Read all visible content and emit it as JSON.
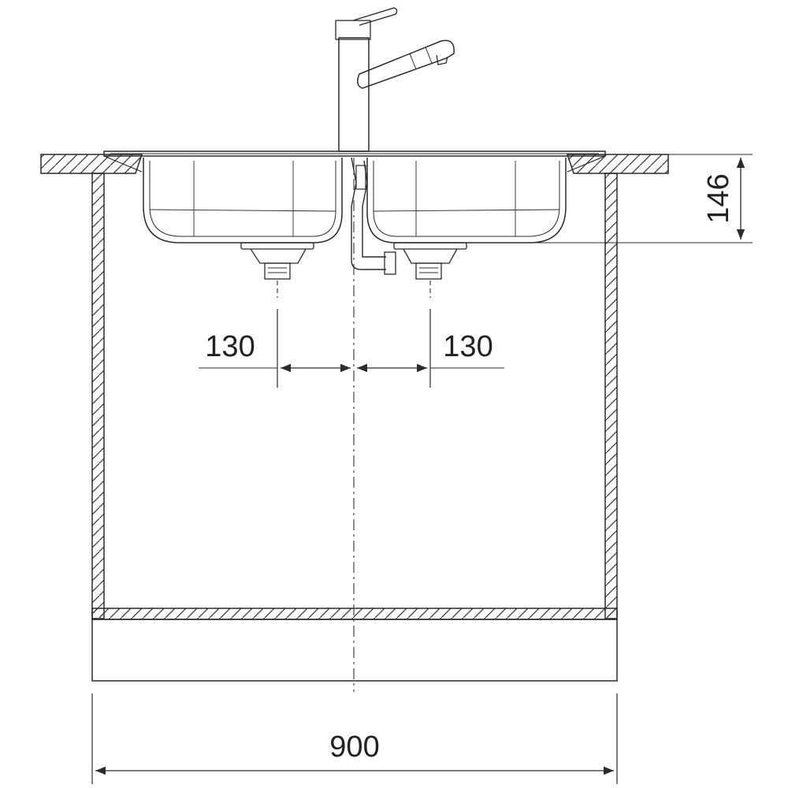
{
  "colors": {
    "line": "#2b2b2b",
    "thin": "#555555",
    "background": "#ffffff"
  },
  "dimensions": {
    "bowl_depth": "146",
    "drain_offset_left": "130",
    "drain_offset_right": "130",
    "cabinet_width": "900"
  }
}
